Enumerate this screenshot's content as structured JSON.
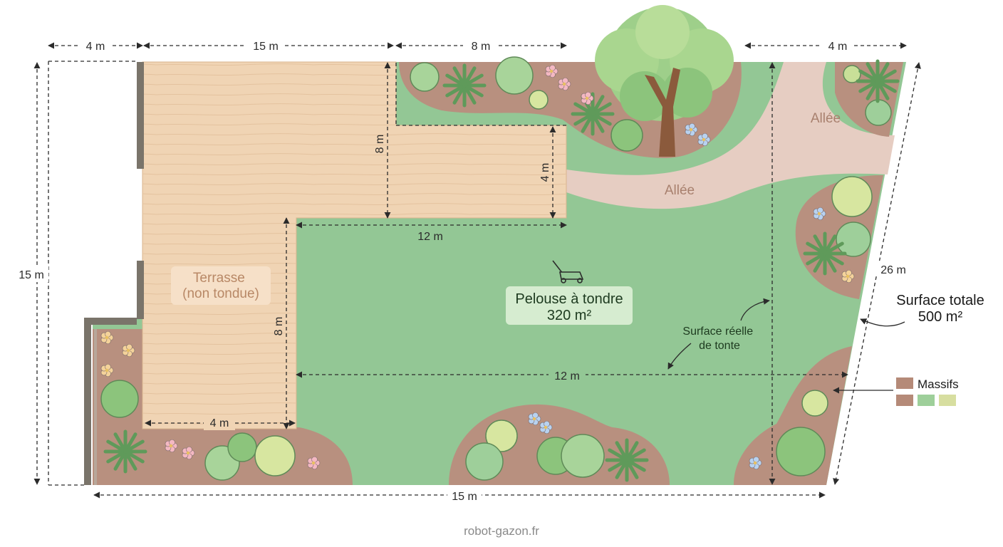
{
  "dimensions": {
    "top_left": "4 m",
    "top_terrace": "15 m",
    "top_bed": "8 m",
    "top_right": "4 m",
    "left_height": "15 m",
    "terrace_upper_height": "8 m",
    "terrace_step_height": "4 m",
    "lawn_top_width": "12 m",
    "terrace_lower_height": "8 m",
    "terrace_bottom_width": "4 m",
    "lawn_middle_width": "12 m",
    "bottom_width": "15 m",
    "diagonal": "26 m"
  },
  "labels": {
    "terrace": "Terrasse\n(non tondue)",
    "lawn_title": "Pelouse à tondre",
    "lawn_area": "320 m²",
    "path_top": "Allée",
    "path_middle": "Allée",
    "real_mowing": "Surface réelle\nde tonte",
    "total_title": "Surface totale",
    "total_area": "500 m²"
  },
  "legend": {
    "label": "Massifs",
    "colors": [
      "#b58a78",
      "#b58a78",
      "#9ecf9a",
      "#d7dea0"
    ]
  },
  "colors": {
    "lawn": "#93c795",
    "path": "#e6cdc2",
    "bed": "#b8907f",
    "deck": "#f0d4b4",
    "wall": "#7a746a"
  },
  "footer": "robot-gazon.fr"
}
